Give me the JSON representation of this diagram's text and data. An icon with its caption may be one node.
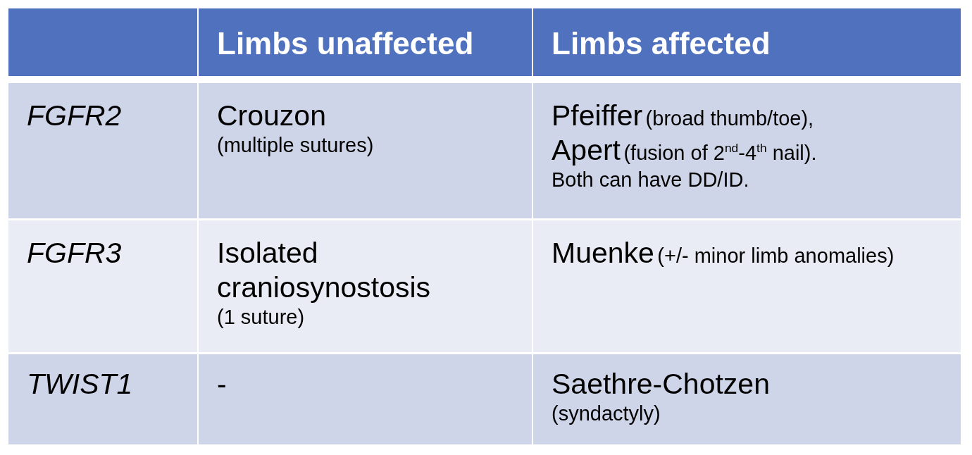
{
  "diagram": {
    "labels": [
      "Limbs unaffected",
      "Limbs affected",
      "FGFR2",
      "Crouzon",
      "(multiple sutures)",
      "Pfeiffer",
      "(broad thumb/toe),",
      "Apert",
      "(fusion of 2$^{nd}$-4$^{th}$ nail).",
      "Both can have DD/ID.",
      "FGFR3",
      "Isolated craniosynostosis",
      "(1 suture)",
      "Muenke",
      "(+/- minor limb anomalies)",
      "TWIST1",
      "-",
      "Saethre-Chotzen",
      "(syndactyly)"
    ]
  }
}
